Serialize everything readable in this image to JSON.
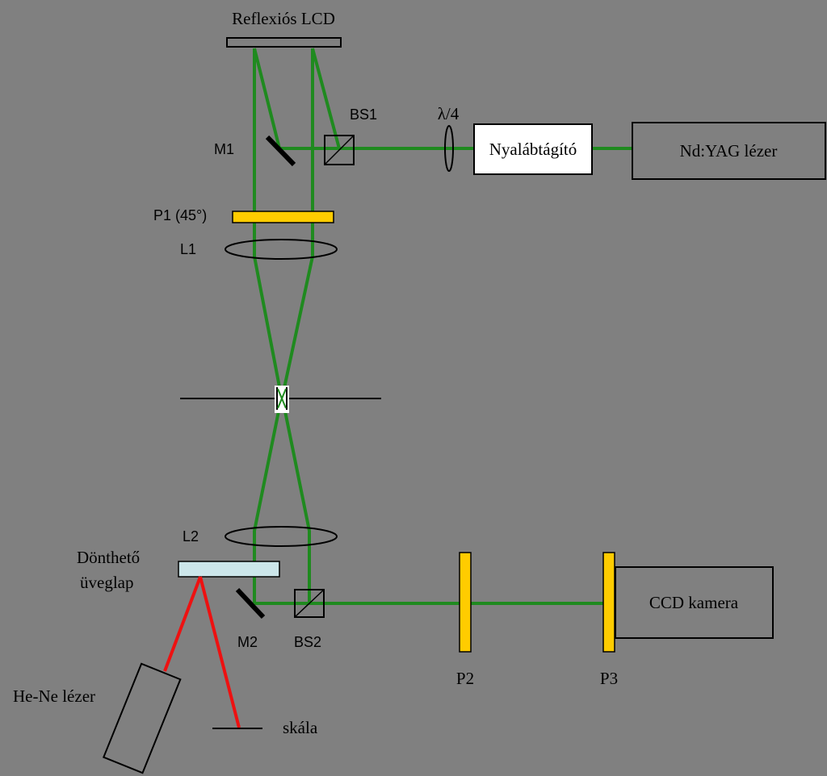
{
  "labels": {
    "lcd": "Reflexiós LCD",
    "bs1": "BS1",
    "m1": "M1",
    "lambda4": "λ/4",
    "expander": "Nyalábtágító",
    "laser": "Nd:YAG lézer",
    "p1": "P1 (45°)",
    "l1": "L1",
    "l2": "L2",
    "glass_line1": "Dönthető",
    "glass_line2": "üveglap",
    "m2": "M2",
    "bs2": "BS2",
    "p2": "P2",
    "p3": "P3",
    "ccd": "CCD kamera",
    "hene": "He-Ne lézer",
    "scale": "skála"
  },
  "colors": {
    "background": "#808080",
    "beam_green": "#1f8a1f",
    "beam_red": "#ee1111",
    "polarizer": "#ffcc00",
    "glass_plate": "#cce6ea",
    "box_fill": "#ffffff"
  }
}
